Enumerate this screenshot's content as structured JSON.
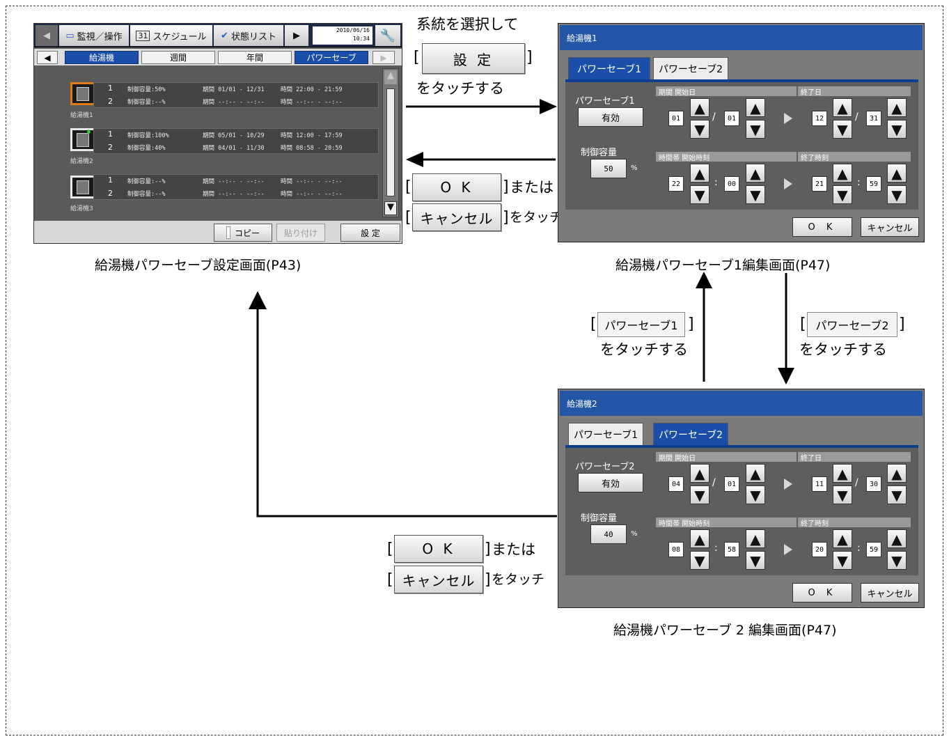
{
  "main_screen": {
    "nav_monitor": "監視／操作",
    "nav_schedule": "スケジュール",
    "nav_status": "状態リスト",
    "date": "2010/06/16",
    "time": "10:34",
    "tabs": [
      "給湯機",
      "週間",
      "年間",
      "パワーセーブ"
    ],
    "units": [
      {
        "name": "給湯機1",
        "rows": [
          {
            "n": "1",
            "cap": "制御容量:50%",
            "period": "期間 01/01 - 12/31",
            "hours": "時間 22:00 - 21:59"
          },
          {
            "n": "2",
            "cap": "制御容量:--%",
            "period": "期間 --:-- - --:--",
            "hours": "時間 --:-- - --:--"
          }
        ]
      },
      {
        "name": "給湯機2",
        "rows": [
          {
            "n": "1",
            "cap": "制御容量:100%",
            "period": "期間 05/01 - 10/29",
            "hours": "時間 12:00 - 17:59"
          },
          {
            "n": "2",
            "cap": "制御容量:40%",
            "period": "期間 04/01 - 11/30",
            "hours": "時間 08:58 - 20:59"
          }
        ]
      },
      {
        "name": "給湯機3",
        "rows": [
          {
            "n": "1",
            "cap": "制御容量:--%",
            "period": "期間 --:-- - --:--",
            "hours": "時間 --:-- - --:--"
          },
          {
            "n": "2",
            "cap": "制御容量:--%",
            "period": "期間 --:-- - --:--",
            "hours": "時間 --:-- - --:--"
          }
        ]
      }
    ],
    "copy_label": "コピー",
    "paste_label": "貼り付け",
    "set_label": "設 定",
    "caption": "給湯機パワーセーブ設定画面(P43)"
  },
  "instructions": {
    "select_system": "系統を選択して",
    "set_button": "設 定",
    "touch": "をタッチする",
    "ok": "O K",
    "or": "または",
    "cancel": "キャンセル",
    "touch_short": "をタッチ",
    "ps1_button": "パワーセーブ1",
    "ps2_button": "パワーセーブ2"
  },
  "dialog1": {
    "title": "給湯機1",
    "tab1": "パワーセーブ1",
    "tab2": "パワーセーブ2",
    "ps_label": "パワーセーブ1",
    "enable": "有効",
    "ctrl_label": "制御容量",
    "capacity": "50",
    "pct": "%",
    "period_start": "期間 開始日",
    "period_end": "終了日",
    "time_start": "時間帯 開始時刻",
    "time_end": "終了時刻",
    "start_month": "01",
    "start_day": "01",
    "end_month": "12",
    "end_day": "31",
    "start_hour": "22",
    "start_min": "00",
    "end_hour": "21",
    "end_min": "59",
    "ok": "O K",
    "cancel": "キャンセル",
    "caption": "給湯機パワーセーブ1編集画面(P47)"
  },
  "dialog2": {
    "title": "給湯機2",
    "tab1": "パワーセーブ1",
    "tab2": "パワーセーブ2",
    "ps_label": "パワーセーブ2",
    "enable": "有効",
    "ctrl_label": "制御容量",
    "capacity": "40",
    "pct": "%",
    "period_start": "期間 開始日",
    "period_end": "終了日",
    "time_start": "時間帯 開始時刻",
    "time_end": "終了時刻",
    "start_month": "04",
    "start_day": "01",
    "end_month": "11",
    "end_day": "30",
    "start_hour": "08",
    "start_min": "58",
    "end_hour": "20",
    "end_min": "59",
    "ok": "O K",
    "cancel": "キャンセル",
    "caption": "給湯機パワーセーブ 2 編集画面(P47)"
  },
  "separators": {
    "slash": "/",
    "colon": ":"
  },
  "colors": {
    "accent_blue": "#1a4ea8",
    "dialog_header": "#2456a7",
    "screen_bg": "#5a5a5a"
  }
}
